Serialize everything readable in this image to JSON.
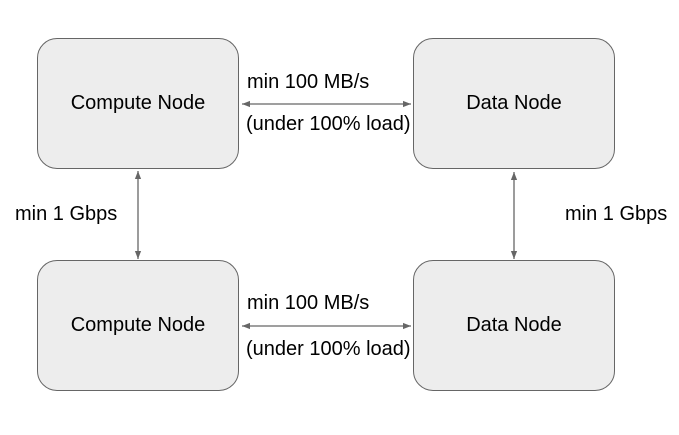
{
  "diagram": {
    "colors": {
      "canvas_background": "#ffffff",
      "node_fill": "#ededed",
      "node_border": "#666666",
      "edge_color": "#666666",
      "text_color": "#000000"
    },
    "nodes": [
      {
        "id": "compute-top",
        "label": "Compute Node"
      },
      {
        "id": "data-top",
        "label": "Data Node"
      },
      {
        "id": "compute-bottom",
        "label": "Compute Node"
      },
      {
        "id": "data-bottom",
        "label": "Data Node"
      }
    ],
    "edges": [
      {
        "id": "top-horizontal",
        "type": "bidirectional-arrow",
        "from": "compute-top",
        "to": "data-top",
        "label_line1": "min 100 MB/s",
        "label_line2": "(under 100% load)"
      },
      {
        "id": "bottom-horizontal",
        "type": "bidirectional-arrow",
        "from": "compute-bottom",
        "to": "data-bottom",
        "label_line1": "min 100 MB/s",
        "label_line2": "(under 100% load)"
      },
      {
        "id": "left-vertical",
        "type": "bidirectional-arrow",
        "from": "compute-top",
        "to": "compute-bottom",
        "label": "min 1 Gbps"
      },
      {
        "id": "right-vertical",
        "type": "bidirectional-arrow",
        "from": "data-top",
        "to": "data-bottom",
        "label": "min 1 Gbps"
      }
    ]
  }
}
